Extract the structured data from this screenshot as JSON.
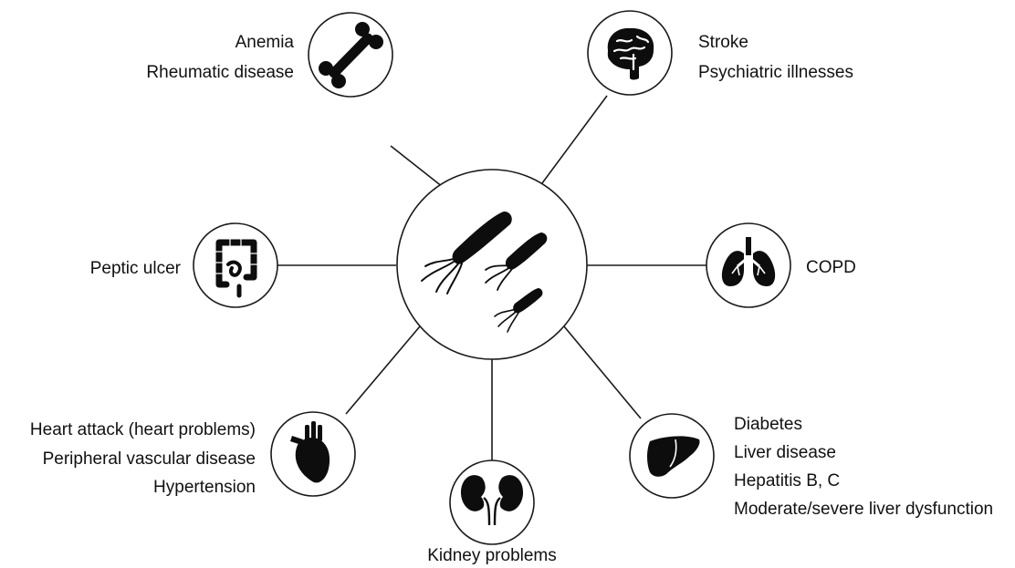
{
  "center": {
    "icon": "bacteria-icon"
  },
  "nodes": {
    "bone": {
      "icon": "bone-icon",
      "lines": [
        "Anemia",
        "Rheumatic disease"
      ]
    },
    "brain": {
      "icon": "brain-icon",
      "lines": [
        "Stroke",
        "Psychiatric illnesses"
      ]
    },
    "intestine": {
      "icon": "intestine-icon",
      "lines": [
        "Peptic ulcer"
      ]
    },
    "lungs": {
      "icon": "lungs-icon",
      "lines": [
        "COPD"
      ]
    },
    "heart": {
      "icon": "heart-icon",
      "lines": [
        "Heart attack (heart problems)",
        "Peripheral vascular disease",
        "Hypertension"
      ]
    },
    "kidney": {
      "icon": "kidney-icon",
      "lines": [
        "Kidney problems"
      ]
    },
    "liver": {
      "icon": "liver-icon",
      "lines": [
        "Diabetes",
        "Liver disease",
        "Hepatitis B, C",
        "Moderate/severe liver dysfunction"
      ]
    }
  },
  "colors": {
    "stroke": "#1a1a1a",
    "icon": "#0d0d0d",
    "text": "#111111"
  }
}
